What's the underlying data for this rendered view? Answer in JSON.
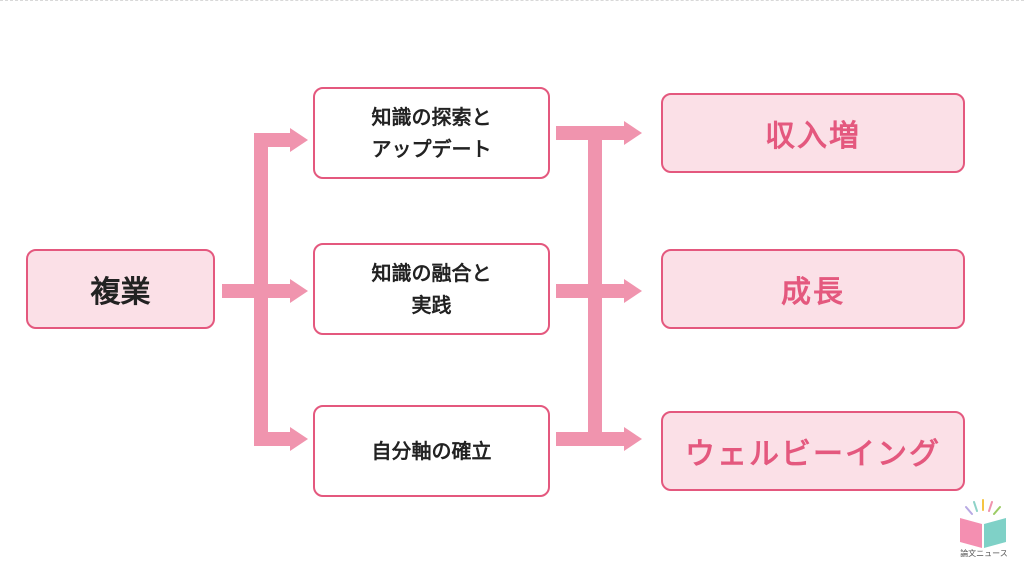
{
  "diagram": {
    "source": {
      "label": "複業"
    },
    "middle": [
      {
        "label": "知識の探索と\nアップデート"
      },
      {
        "label": "知識の融合と\n実践"
      },
      {
        "label": "自分軸の確立"
      }
    ],
    "outcomes": [
      {
        "label": "収入増"
      },
      {
        "label": "成長"
      },
      {
        "label": "ウェルビーイング"
      }
    ]
  },
  "logo": {
    "text": "論文ニュース",
    "icon": "open-book-icon"
  },
  "colors": {
    "accent": "#e4587e",
    "arrow": "#f094ae",
    "fill": "#fbe0e7"
  }
}
